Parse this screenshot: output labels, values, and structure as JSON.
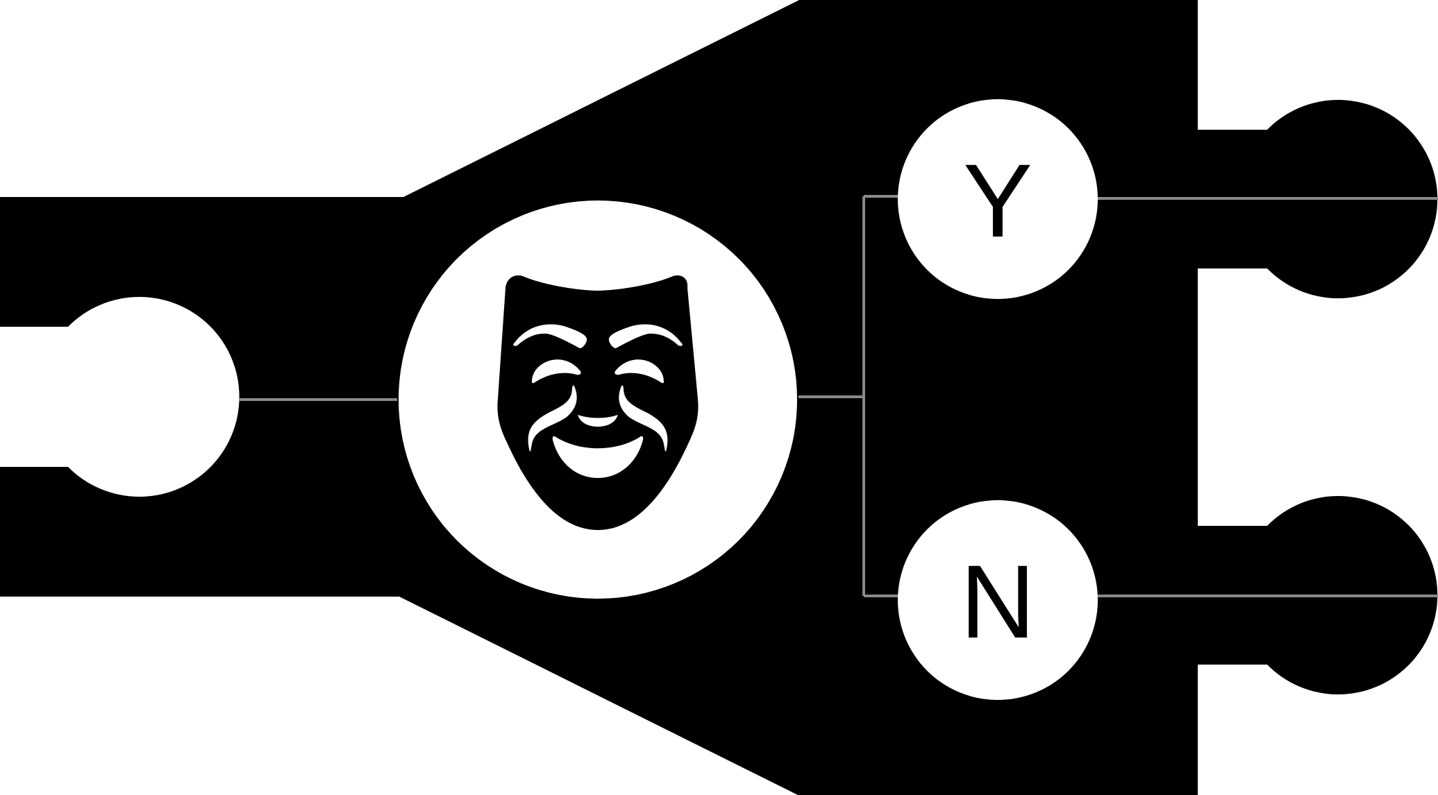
{
  "diagram": {
    "type": "decision-connector-block",
    "center_icon": "comedy-mask-icon",
    "outputs": [
      {
        "letter": "Y"
      },
      {
        "letter": "N"
      }
    ],
    "colors": {
      "block": "#000000",
      "node": "#ffffff",
      "wire": "#8a8a8a",
      "letter": "#000000"
    }
  }
}
